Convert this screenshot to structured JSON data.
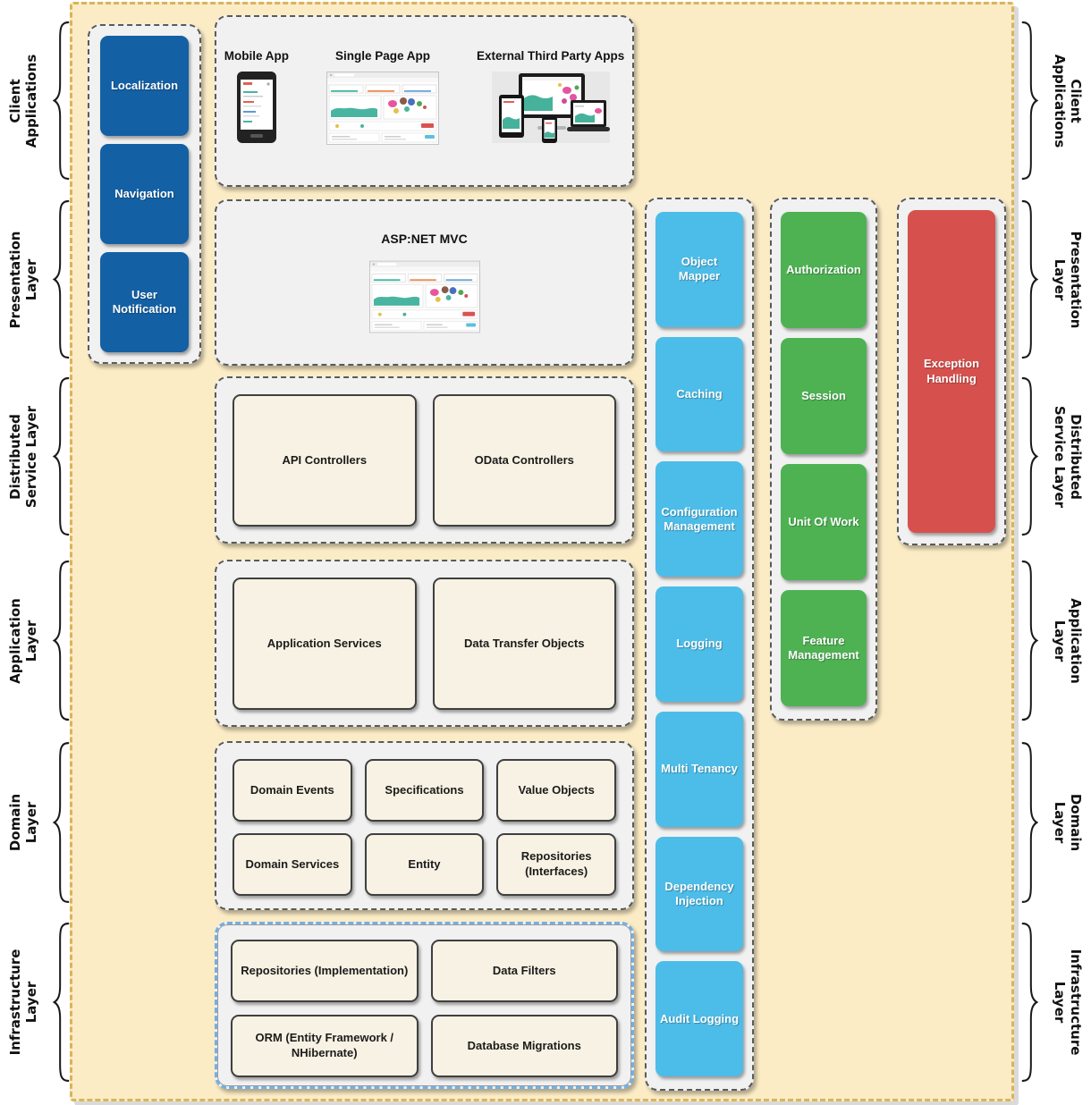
{
  "layers": [
    {
      "id": "client-applications",
      "label": "Client\nApplications"
    },
    {
      "id": "presentation-layer",
      "label": "Presentation\nLayer"
    },
    {
      "id": "distributed-service-layer",
      "label": "Distributed\nService Layer"
    },
    {
      "id": "application-layer",
      "label": "Application\nLayer"
    },
    {
      "id": "domain-layer",
      "label": "Domain\nLayer"
    },
    {
      "id": "infrastructure-layer",
      "label": "Infrastructure\nLayer"
    }
  ],
  "sidebar": {
    "boxes": [
      "Localization",
      "Navigation",
      "User\nNotification"
    ]
  },
  "client_apps": {
    "mobile_label": "Mobile App",
    "spa_label": "Single Page App",
    "external_label": "External Third Party Apps"
  },
  "presentation": {
    "title": "ASP:NET MVC"
  },
  "distributed_service": {
    "boxes": [
      "API Controllers",
      "OData Controllers"
    ]
  },
  "application": {
    "boxes": [
      "Application Services",
      "Data Transfer Objects"
    ]
  },
  "domain": {
    "boxes": [
      "Domain Events",
      "Specifications",
      "Value Objects",
      "Domain Services",
      "Entity",
      "Repositories\n(Interfaces)"
    ]
  },
  "infrastructure": {
    "boxes": [
      "Repositories (Implementation)",
      "Data Filters",
      "ORM (Entity Framework /\nNHibernate)",
      "Database Migrations"
    ]
  },
  "cross_cutting": {
    "blue_column": [
      "Object Mapper",
      "Caching",
      "Configuration\nManagement",
      "Logging",
      "Multi Tenancy",
      "Dependency\nInjection",
      "Audit Logging"
    ],
    "green_column": [
      "Authorization",
      "Session",
      "Unit Of Work",
      "Feature\nManagement"
    ],
    "red_column": [
      "Exception\nHandling"
    ]
  },
  "colors": {
    "background": "#fbecc5",
    "panel_border": "#d9b45c",
    "navy": "#1360a5",
    "cyan": "#4cbde8",
    "green": "#4eb253",
    "red": "#d6514d",
    "cream": "#f7f2e3",
    "container_gray": "#f1f1f1"
  }
}
